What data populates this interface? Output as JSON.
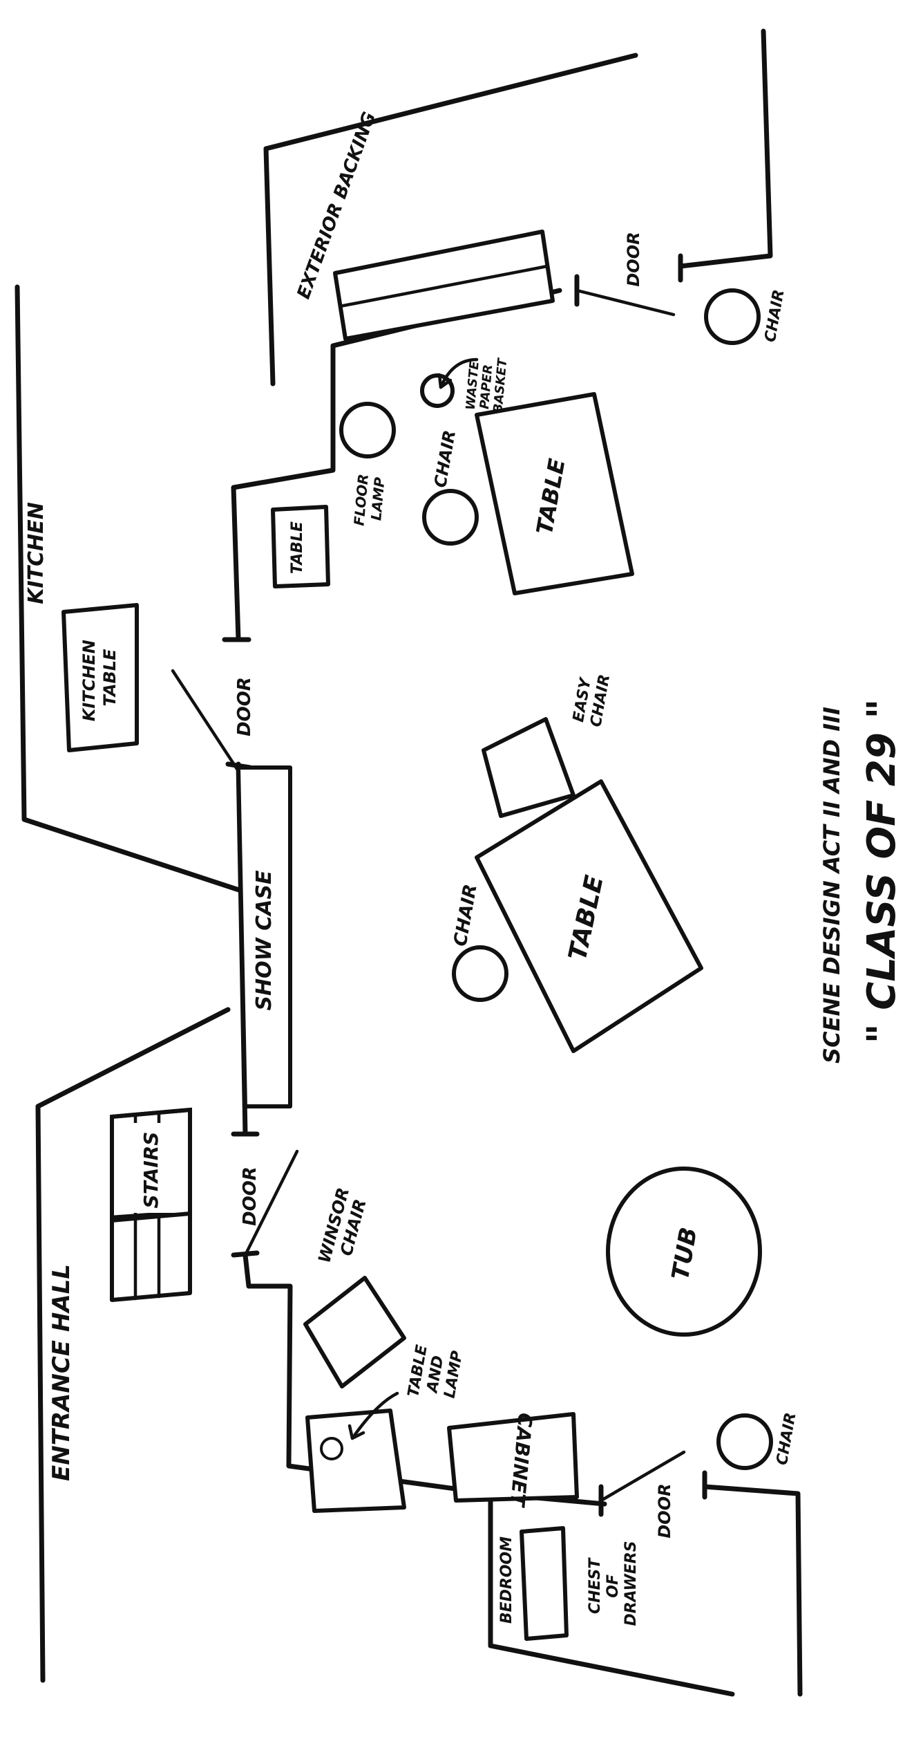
{
  "rooms": {
    "kitchen": "KITCHEN",
    "entrance_hall": "ENTRANCE HALL",
    "exterior_backing": "EXTERIOR BACKING",
    "bedroom": "BEDROOM"
  },
  "doors": {
    "kitchen_door": "DOOR",
    "hall_door": "DOOR",
    "bedroom_door": "DOOR",
    "exterior_door": "DOOR"
  },
  "furniture": {
    "kitchen_table": [
      "KITCHEN",
      "TABLE"
    ],
    "show_case": "SHOW CASE",
    "stairs": "STAIRS",
    "winsor_chair": [
      "WINSOR",
      "CHAIR"
    ],
    "table_and_lamp": [
      "TABLE",
      "AND",
      "LAMP"
    ],
    "cabinet": "CABINET",
    "chest_of_drawers": [
      "CHEST",
      "OF",
      "DRAWERS"
    ],
    "tub": "TUB",
    "center_table": "TABLE",
    "center_chair": "CHAIR",
    "easy_chair": [
      "EASY",
      "CHAIR"
    ],
    "small_table": "TABLE",
    "floor_lamp": [
      "FLOOR",
      "LAMP"
    ],
    "right_chair": "CHAIR",
    "right_table": "TABLE",
    "waste_paper_basket": [
      "WASTE",
      "PAPER",
      "BASKET"
    ],
    "top_right_chair": "CHAIR",
    "bottom_right_chair": "CHAIR"
  },
  "caption": {
    "line1": "SCENE DESIGN  ACT II AND III",
    "line2": "\" CLASS OF 29 \""
  }
}
